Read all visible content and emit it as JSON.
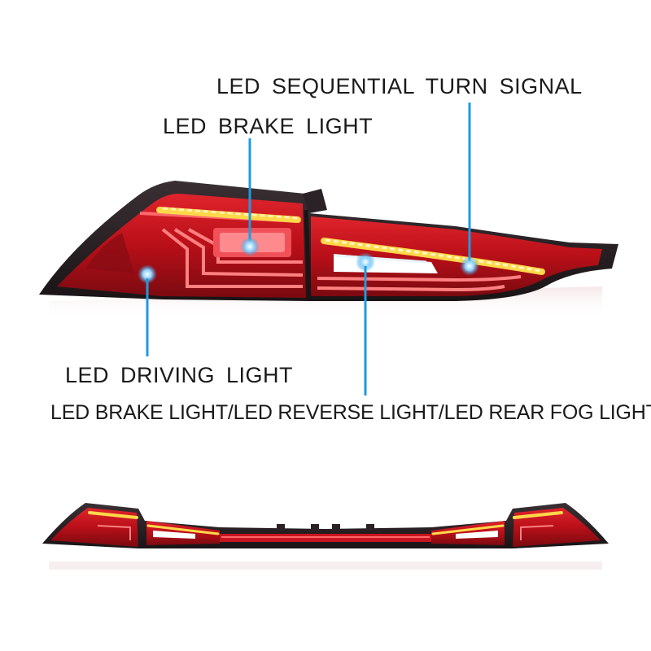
{
  "callouts": {
    "turn_signal": "LED  SEQUENTIAL TURN  SIGNAL",
    "brake_light": "LED  BRAKE  LIGHT",
    "driving_light": "LED  DRIVING  LIGHT",
    "multi_light": "LED  BRAKE  LIGHT/LED REVERSE LIGHT/LED REAR FOG LIGHT"
  },
  "colors": {
    "callout_line": "#1e9be0",
    "housing": "#2a2226",
    "lens_red": "#c8141e",
    "amber": "#ffd84a",
    "reverse_white": "#ffffff"
  }
}
